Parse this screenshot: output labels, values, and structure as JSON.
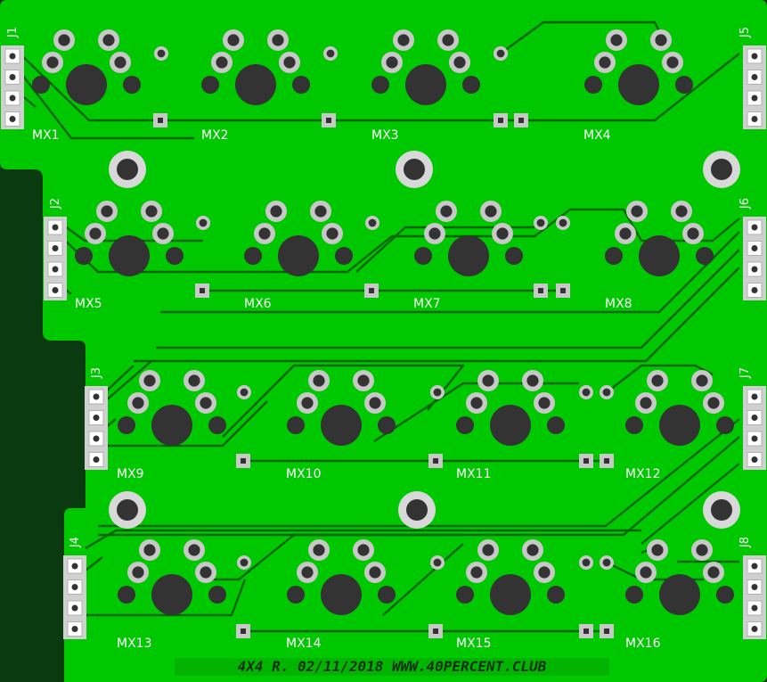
{
  "board": {
    "banner": "4X4 R.  02/11/2018  WWW.40PERCENT.CLUB",
    "colors": {
      "outside": "#0a3a10",
      "board": "#00c800",
      "trace": "#006400",
      "pad_ring": "#c8c8c8",
      "hole": "#333333",
      "silk": "#ffffff",
      "banner_bg": "#00b400"
    }
  },
  "switches": [
    {
      "label": "MX1"
    },
    {
      "label": "MX2"
    },
    {
      "label": "MX3"
    },
    {
      "label": "MX4"
    },
    {
      "label": "MX5"
    },
    {
      "label": "MX6"
    },
    {
      "label": "MX7"
    },
    {
      "label": "MX8"
    },
    {
      "label": "MX9"
    },
    {
      "label": "MX10"
    },
    {
      "label": "MX11"
    },
    {
      "label": "MX12"
    },
    {
      "label": "MX13"
    },
    {
      "label": "MX14"
    },
    {
      "label": "MX15"
    },
    {
      "label": "MX16"
    }
  ],
  "connectors": [
    {
      "label": "J1"
    },
    {
      "label": "J2"
    },
    {
      "label": "J3"
    },
    {
      "label": "J4"
    },
    {
      "label": "J5"
    },
    {
      "label": "J6"
    },
    {
      "label": "J7"
    },
    {
      "label": "J8"
    }
  ]
}
